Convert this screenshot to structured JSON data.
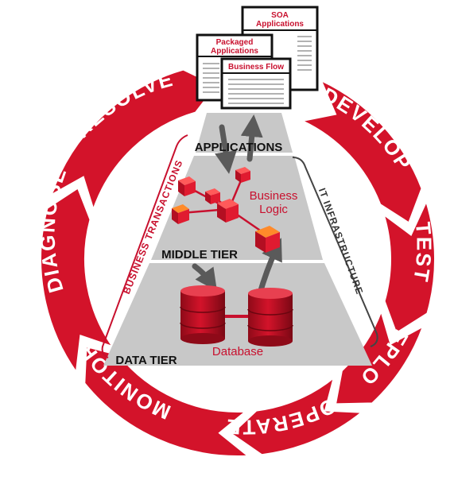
{
  "cycle": {
    "stages": [
      "DEVELOP",
      "TEST",
      "DEPLOY",
      "OPERATE",
      "MONITOR",
      "DIAGNOSE",
      "RESOLVE"
    ]
  },
  "documents": {
    "soa": [
      "SOA",
      "Applications"
    ],
    "packaged": [
      "Packaged",
      "Applications"
    ],
    "business_flow": "Business Flow"
  },
  "tiers": {
    "applications": "APPLICATIONS",
    "middle": "MIDDLE TIER",
    "data": "DATA TIER"
  },
  "labels": {
    "business_logic": [
      "Business",
      "Logic"
    ],
    "database": "Database",
    "business_transactions": "BUSINESS TRANSACTIONS",
    "it_infrastructure": "IT INFRASTRUCTURE"
  },
  "colors": {
    "accent_red": "#d3132a",
    "dark_red": "#8e0a18",
    "tier_gray": "#c8c8c8",
    "arrow_gray": "#5a5a5a",
    "text_black": "#111111"
  }
}
